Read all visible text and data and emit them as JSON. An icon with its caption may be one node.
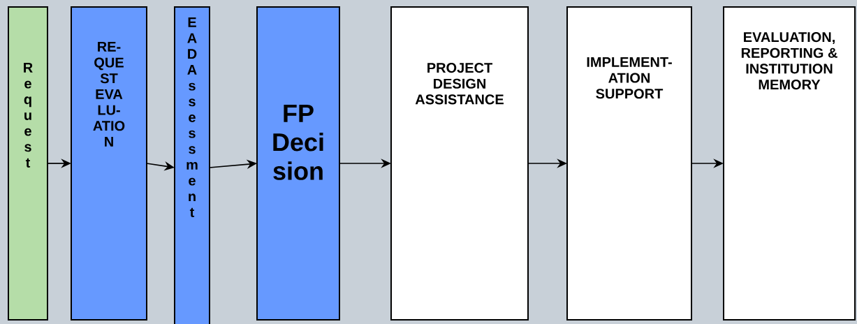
{
  "diagram": {
    "nodes": [
      {
        "text": [
          "R e q u e s t"
        ]
      },
      {
        "text": [
          "RE- QUE ST EVA LU- ATIO N"
        ]
      },
      {
        "text": [
          "E A D A s s e s s m e n t"
        ]
      },
      {
        "text": [
          "FP Deci sion"
        ]
      },
      {
        "text": [
          "PROJECT DESIGN ASSISTANCE"
        ]
      },
      {
        "text": [
          "IMPLEMENT- ATION SUPPORT"
        ]
      },
      {
        "text": [
          "EVALUATION, REPORTING & INSTITUTION MEMORY"
        ]
      }
    ],
    "edges": [
      {
        "from": 0,
        "to": 1,
        "arrow": "to"
      },
      {
        "from": 1,
        "to": 2,
        "arrow": "to"
      },
      {
        "from": 2,
        "to": 3,
        "arrow": "to"
      },
      {
        "from": 3,
        "to": 4,
        "arrow": "to"
      },
      {
        "from": 4,
        "to": 5,
        "arrow": "to"
      },
      {
        "from": 5,
        "to": 6,
        "arrow": "to"
      }
    ]
  }
}
